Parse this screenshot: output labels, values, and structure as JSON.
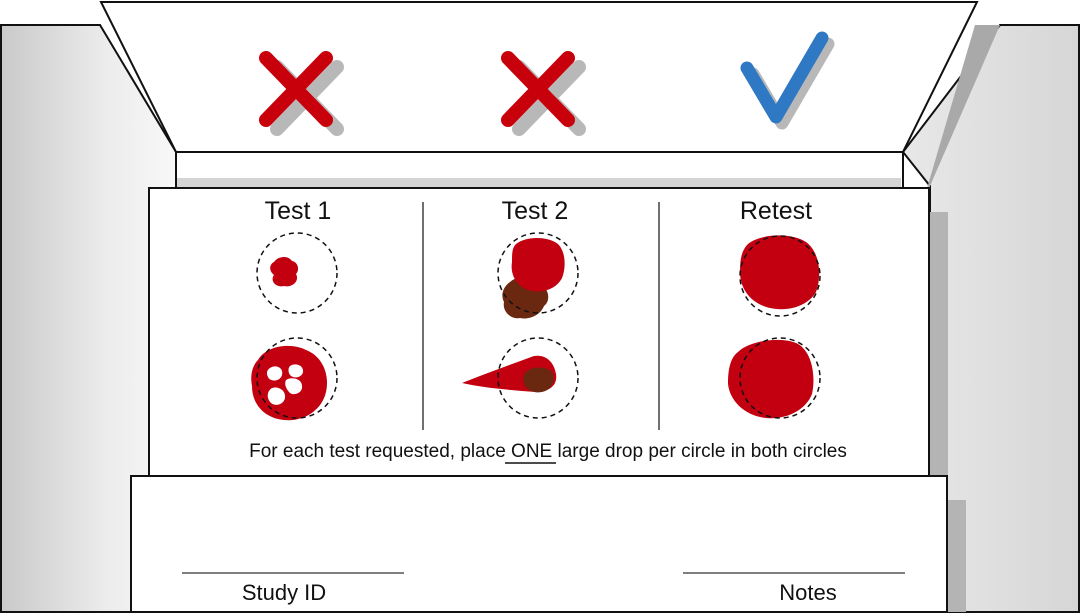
{
  "colors": {
    "accent_red": "#c8000b",
    "blood_red": "#c20010",
    "dried_blood": "#6a2810",
    "check_blue": "#2f78c4",
    "outline": "#111111",
    "panel_gray": "#dcdcdc",
    "shadow_gray": "#b4b4b4"
  },
  "marks": [
    {
      "icon": "cross-icon",
      "meaning": "incorrect"
    },
    {
      "icon": "cross-icon",
      "meaning": "incorrect"
    },
    {
      "icon": "check-icon",
      "meaning": "correct"
    }
  ],
  "columns": [
    {
      "title": "Test 1"
    },
    {
      "title": "Test 2"
    },
    {
      "title": "Retest"
    }
  ],
  "instruction": {
    "before": "For each test requested, place ",
    "emphasis": "ONE",
    "after": " large drop per circle in both circles"
  },
  "form": {
    "study_id_label": "Study ID",
    "notes_label": "Notes"
  }
}
